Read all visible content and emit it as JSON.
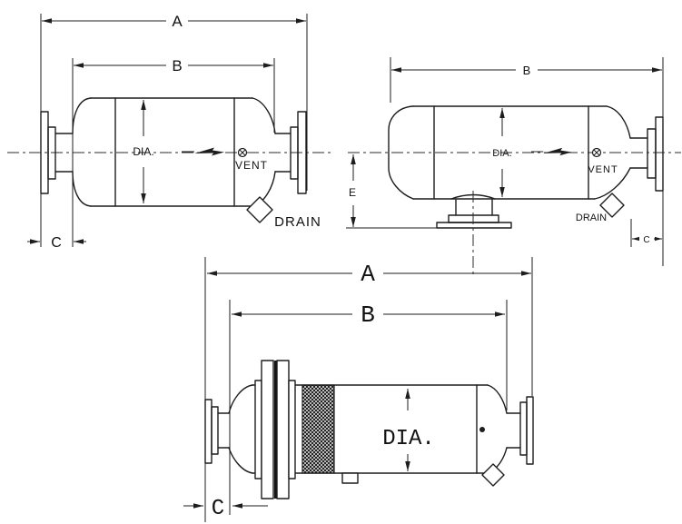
{
  "drawing": {
    "description": "Three dimensioned outline views of horizontal cylindrical vessels (silencer / filter housings)",
    "colors": {
      "line": "#1d1d1d",
      "background": "#ffffff",
      "hatch": "#161616"
    },
    "views": {
      "top_left": {
        "name": "side-view-flanged-both-ends",
        "labels": {
          "a": "A",
          "b": "B",
          "c": "C",
          "dia": "DIA.",
          "vent": "VENT",
          "drain": "DRAIN"
        }
      },
      "top_right": {
        "name": "side-view-bottom-inlet",
        "labels": {
          "b": "B",
          "c": "C",
          "e": "E",
          "dia": "DIA.",
          "vent": "VENT",
          "drain": "DRAIN"
        }
      },
      "bottom": {
        "name": "side-view-filter-housing",
        "labels": {
          "a": "A",
          "b": "B",
          "c": "C",
          "dia": "DIA."
        }
      }
    }
  }
}
